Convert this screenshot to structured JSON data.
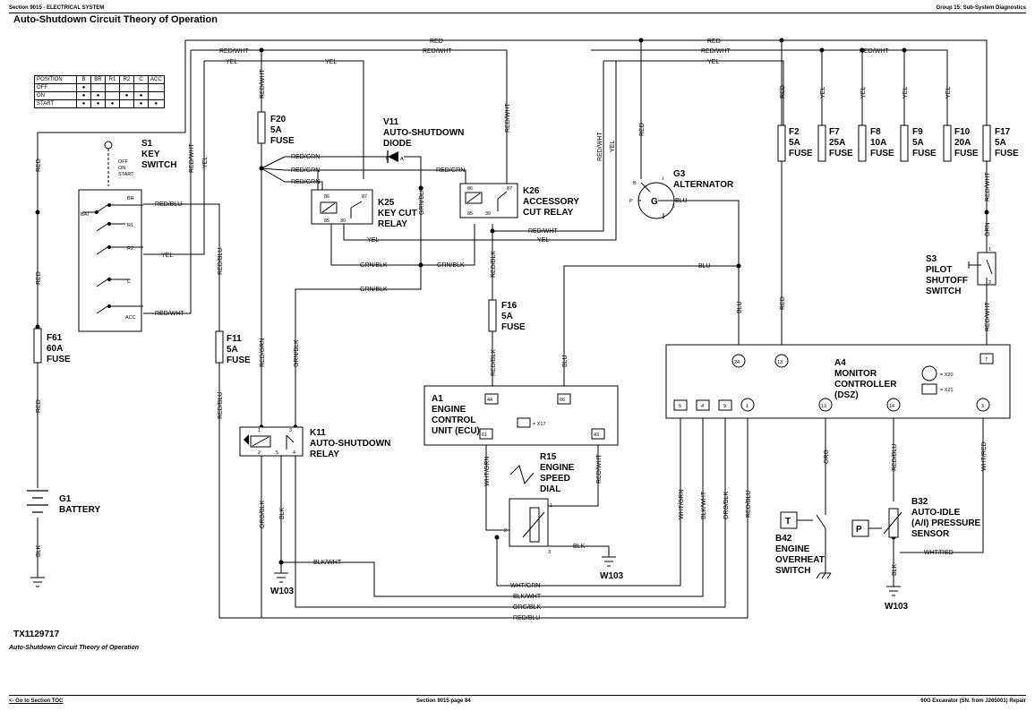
{
  "header": {
    "left": "Section 9015 - ELECTRICAL SYSTEM",
    "right": "Group 15: Sub-System Diagnostics"
  },
  "page_title": "Auto-Shutdown Circuit Theory of Operation",
  "figure_id": "TX1129717",
  "caption": "Auto-Shutdown Circuit Theory of Operation",
  "footer": {
    "toc_link": "<- Go to Section TOC",
    "page": "Section 9015 page 84",
    "doc": "60G Excavator (SN. from J265001) Repair"
  },
  "position_table": {
    "headers": [
      "POSITION",
      "B",
      "BR",
      "R1",
      "R2",
      "C",
      "ACC"
    ],
    "rows": [
      {
        "label": "OFF",
        "marks": [
          true,
          false,
          false,
          false,
          false,
          false
        ]
      },
      {
        "label": "ON",
        "marks": [
          true,
          true,
          false,
          true,
          true,
          false
        ]
      },
      {
        "label": "START",
        "marks": [
          true,
          true,
          true,
          false,
          true,
          true
        ]
      }
    ]
  },
  "components": {
    "s1": {
      "id": "S1",
      "line1": "KEY",
      "line2": "SWITCH",
      "pos_off": "OFF",
      "pos_on": "ON",
      "pos_start": "START",
      "t_bat": "BAT",
      "t_br": "BR",
      "t_r1": "R1",
      "t_r2": "R2",
      "t_c": "C",
      "t_acc": "ACC"
    },
    "f61": {
      "id": "F61",
      "line1": "60A",
      "line2": "FUSE"
    },
    "g1": {
      "id": "G1",
      "line1": "BATTERY"
    },
    "f20": {
      "id": "F20",
      "line1": "5A",
      "line2": "FUSE"
    },
    "v11": {
      "id": "V11",
      "line1": "AUTO-SHUTDOWN",
      "line2": "DIODE",
      "k": "K",
      "a": "A"
    },
    "k25": {
      "id": "K25",
      "line1": "KEY CUT",
      "line2": "RELAY",
      "p86": "86",
      "p87": "87",
      "p85": "85",
      "p30": "30"
    },
    "k26": {
      "id": "K26",
      "line1": "ACCESSORY",
      "line2": "CUT RELAY",
      "p86": "86",
      "p87": "87",
      "p85": "85",
      "p30": "30"
    },
    "f11": {
      "id": "F11",
      "line1": "5A",
      "line2": "FUSE"
    },
    "k11": {
      "id": "K11",
      "line1": "AUTO-SHUTDOWN",
      "line2": "RELAY",
      "p1": "1",
      "p2": "2",
      "p3": "3",
      "p4": "4",
      "p5": "5"
    },
    "f16": {
      "id": "F16",
      "line1": "5A",
      "line2": "FUSE"
    },
    "a1": {
      "id": "A1",
      "line1": "ENGINE",
      "line2": "CONTROL",
      "line3": "UNIT (ECU)",
      "x17": "= X17",
      "p44": "44",
      "p66": "66",
      "p61": "61",
      "p43": "43"
    },
    "r15": {
      "id": "R15",
      "line1": "ENGINE",
      "line2": "SPEED",
      "line3": "DIAL",
      "p1": "1",
      "p2": "2",
      "p3": "3"
    },
    "g3": {
      "id": "G3",
      "line1": "ALTERNATOR",
      "tb": "B",
      "tp": "P",
      "ti": "I",
      "tl": "L"
    },
    "f2": {
      "id": "F2",
      "line1": "5A",
      "line2": "FUSE"
    },
    "f7": {
      "id": "F7",
      "line1": "25A",
      "line2": "FUSE"
    },
    "f8": {
      "id": "F8",
      "line1": "10A",
      "line2": "FUSE"
    },
    "f9": {
      "id": "F9",
      "line1": "5A",
      "line2": "FUSE"
    },
    "f10": {
      "id": "F10",
      "line1": "20A",
      "line2": "FUSE"
    },
    "f17": {
      "id": "F17",
      "line1": "5A",
      "line2": "FUSE"
    },
    "s3": {
      "id": "S3",
      "line1": "PILOT",
      "line2": "SHUTOFF",
      "line3": "SWITCH",
      "p1": "1",
      "p2": "2"
    },
    "a4": {
      "id": "A4",
      "line1": "MONITOR",
      "line2": "CONTROLLER",
      "line3": "(DSZ)",
      "x20": "= X20",
      "x21": "= X21",
      "p24": "24",
      "p13": "13",
      "p7": "7",
      "p5": "5",
      "p4": "4",
      "p9": "9",
      "p1": "1",
      "p12": "12",
      "p14": "14",
      "p3": "3"
    },
    "b42": {
      "id": "B42",
      "line1": "ENGINE",
      "line2": "OVERHEAT",
      "line3": "SWITCH",
      "sym": "T"
    },
    "b32": {
      "id": "B32",
      "line1": "AUTO-IDLE",
      "line2": "(A/I) PRESSURE",
      "line3": "SENSOR",
      "sym": "P"
    },
    "w103": {
      "id": "W103"
    }
  },
  "wires": {
    "red": "RED",
    "red_wht": "RED/WHT",
    "yel": "YEL",
    "red_grn": "RED/GRN",
    "red_blu": "RED/BLU",
    "grn_blk": "GRN/BLK",
    "blu": "BLU",
    "red_blk": "RED/BLK",
    "wht_grn": "WHT/GRN",
    "blk_wht": "BLK/WHT",
    "org_blk": "ORG/BLK",
    "org": "ORG",
    "blk": "BLK",
    "wht_red": "WHT/RED",
    "grn": "GRN"
  }
}
